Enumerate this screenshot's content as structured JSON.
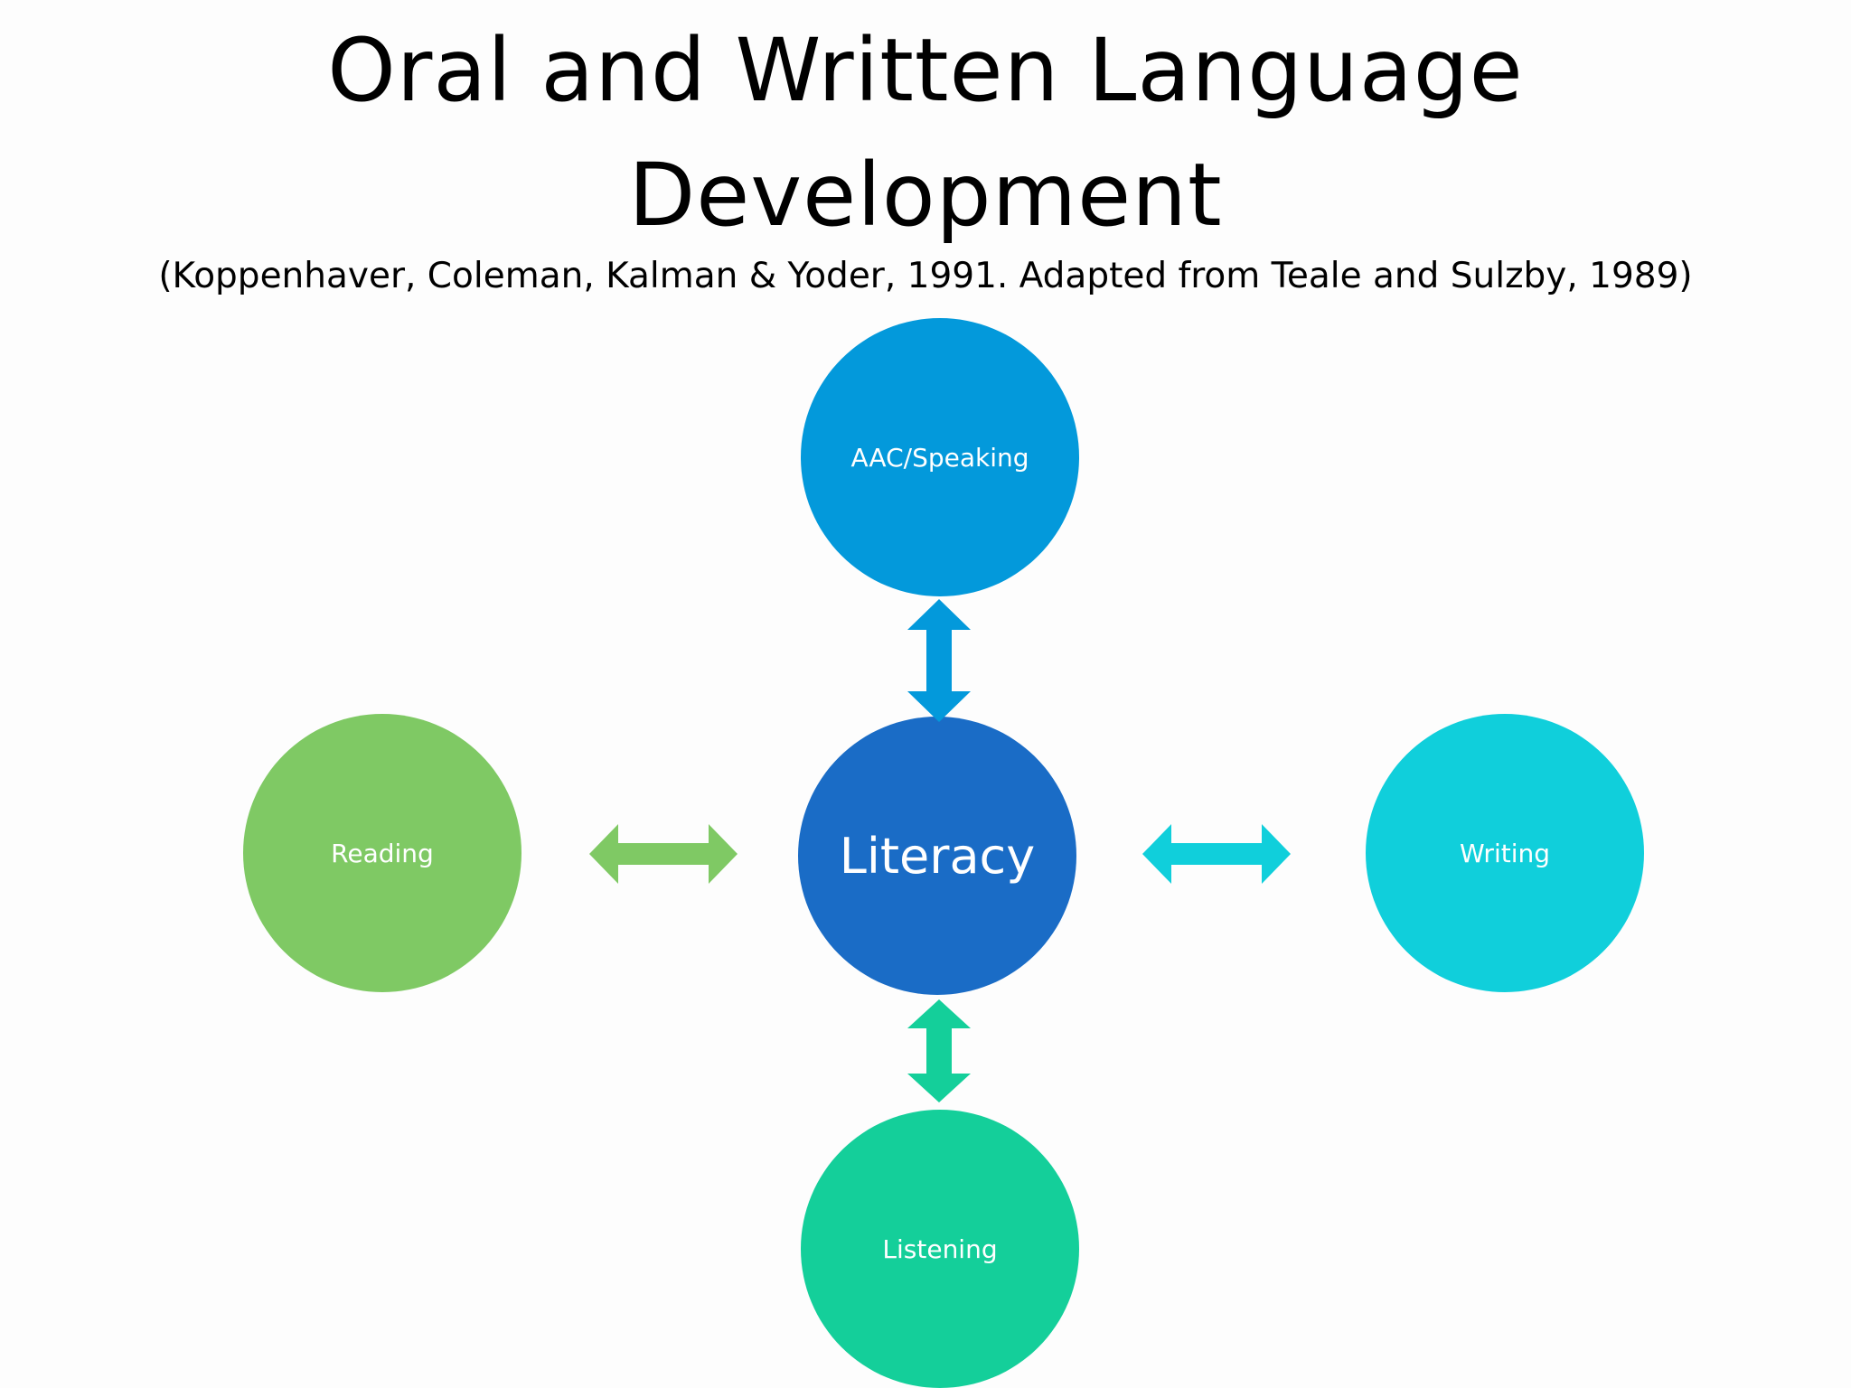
{
  "title": {
    "line1": "Oral and Written Language",
    "line2": "Development"
  },
  "subtitle": "(Koppenhaver, Coleman, Kalman & Yoder, 1991. Adapted from Teale and Sulzby, 1989)",
  "nodes": {
    "center": {
      "label": "Literacy",
      "color": "#1a6cc6"
    },
    "top": {
      "label": "AAC/Speaking",
      "color": "#0399db"
    },
    "left": {
      "label": "Reading",
      "color": "#7fc964"
    },
    "right": {
      "label": "Writing",
      "color": "#10cfdb"
    },
    "bottom": {
      "label": "Listening",
      "color": "#14cf9a"
    }
  },
  "arrows": {
    "top": {
      "color": "#0399db"
    },
    "left": {
      "color": "#7fc964"
    },
    "right": {
      "color": "#10cfdb"
    },
    "bottom": {
      "color": "#14cf9a"
    }
  }
}
